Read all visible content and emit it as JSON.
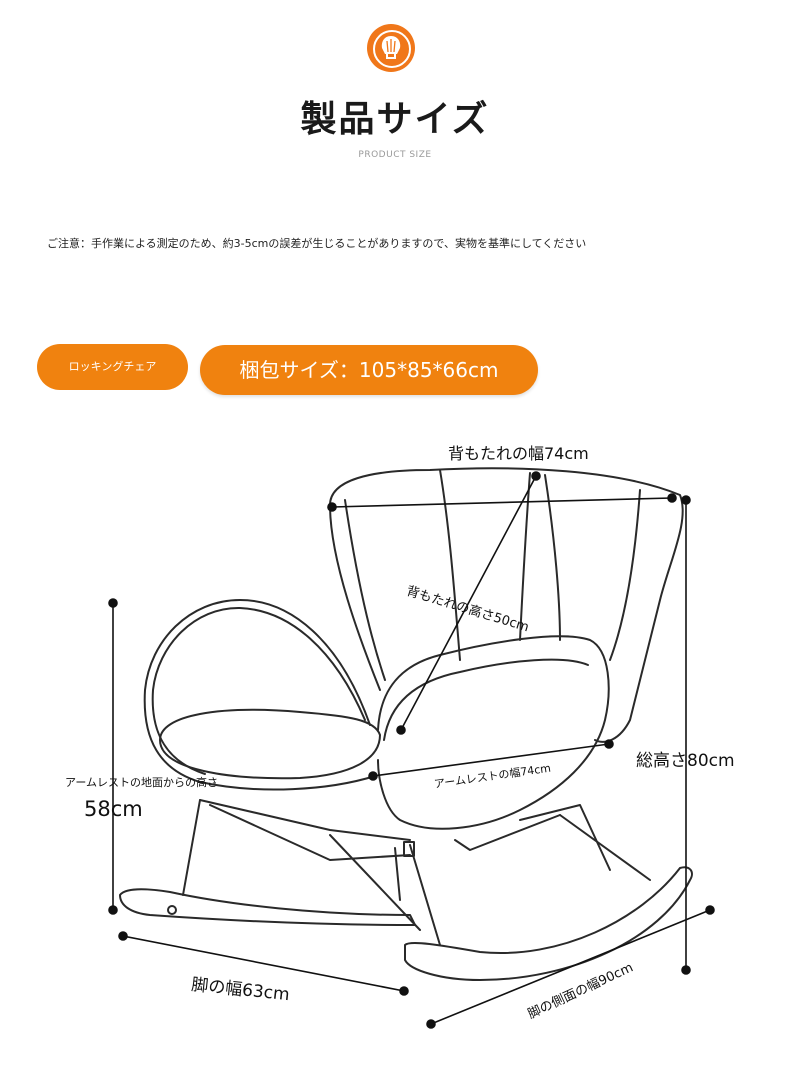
{
  "header": {
    "logo_icon": "shell-icon",
    "title": "製品サイズ",
    "subtitle": "PRODUCT SIZE"
  },
  "notice": "ご注意：手作業による測定のため、約3-5cmの誤差が生じることがありますので、実物を基準にしてください",
  "tags": {
    "product_name": "ロッキングチェア",
    "package_size": "梱包サイズ：105*85*66cm"
  },
  "dimensions": {
    "back_width": "背もたれの幅74cm",
    "back_height": "背もたれの高さ50cm",
    "total_height": "総高さ80cm",
    "armrest_width": "アームレストの幅74cm",
    "armrest_ground_label": "アームレストの地面からの高さ",
    "armrest_ground_value": "58cm",
    "leg_width": "脚の幅63cm",
    "leg_side_width": "脚の側面の幅90cm"
  },
  "colors": {
    "accent": "#f0820f",
    "logo": "#f0771a",
    "line": "#2a2a2a"
  }
}
